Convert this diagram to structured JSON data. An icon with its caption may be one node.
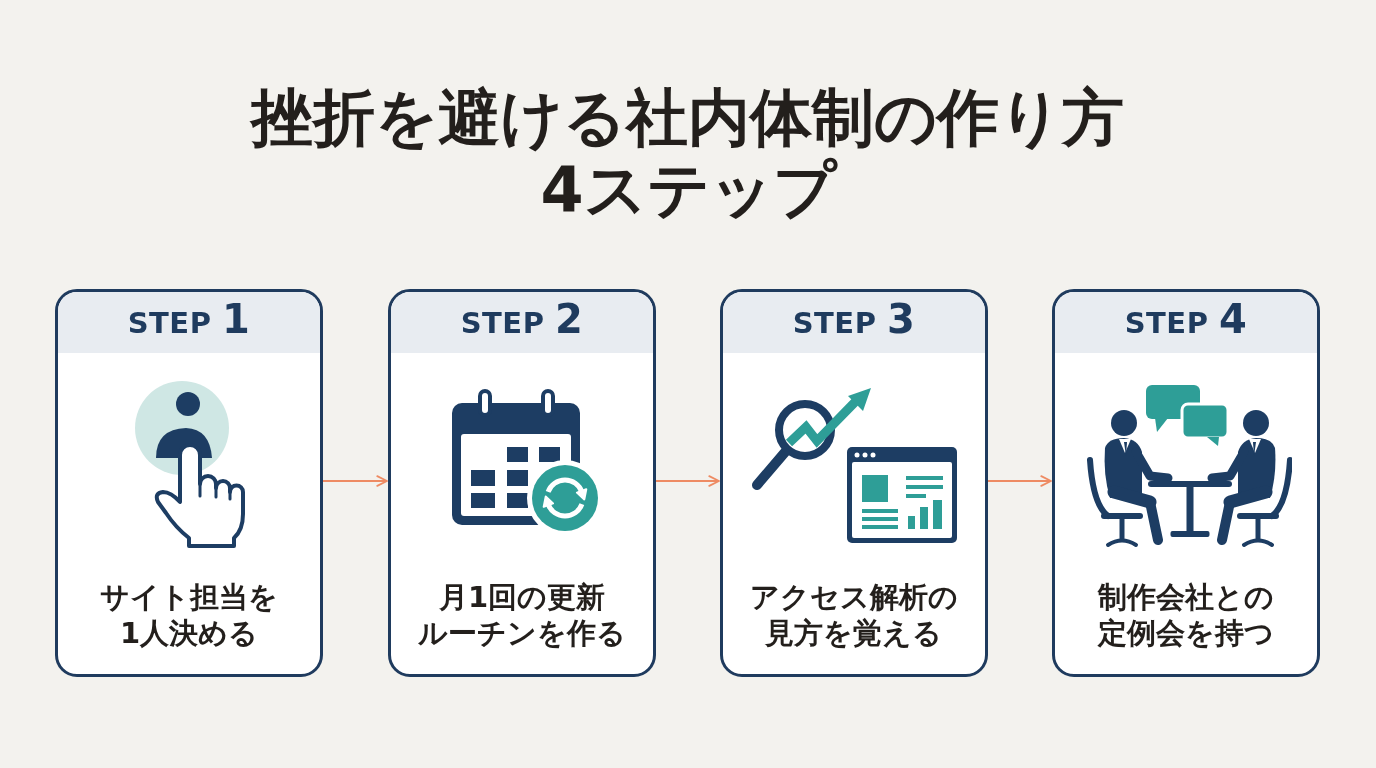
{
  "diagram": {
    "title": "挫折を避ける社内体制の作り方4ステップ",
    "nodes": [
      {
        "text": [
          "STEP 1",
          "サイト担当を1人決める"
        ]
      },
      {
        "text": [
          "STEP 2",
          "月1回の更新ルーチンを作る"
        ]
      },
      {
        "text": [
          "STEP 3",
          "アクセス解析の見方を覚える"
        ]
      },
      {
        "text": [
          "STEP 4",
          "制作会社との定例会を持つ"
        ]
      }
    ],
    "edges": [
      {
        "from": 0,
        "to": 1,
        "arrow": "to"
      },
      {
        "from": 1,
        "to": 2,
        "arrow": "to"
      },
      {
        "from": 2,
        "to": 3,
        "arrow": "to"
      }
    ]
  }
}
